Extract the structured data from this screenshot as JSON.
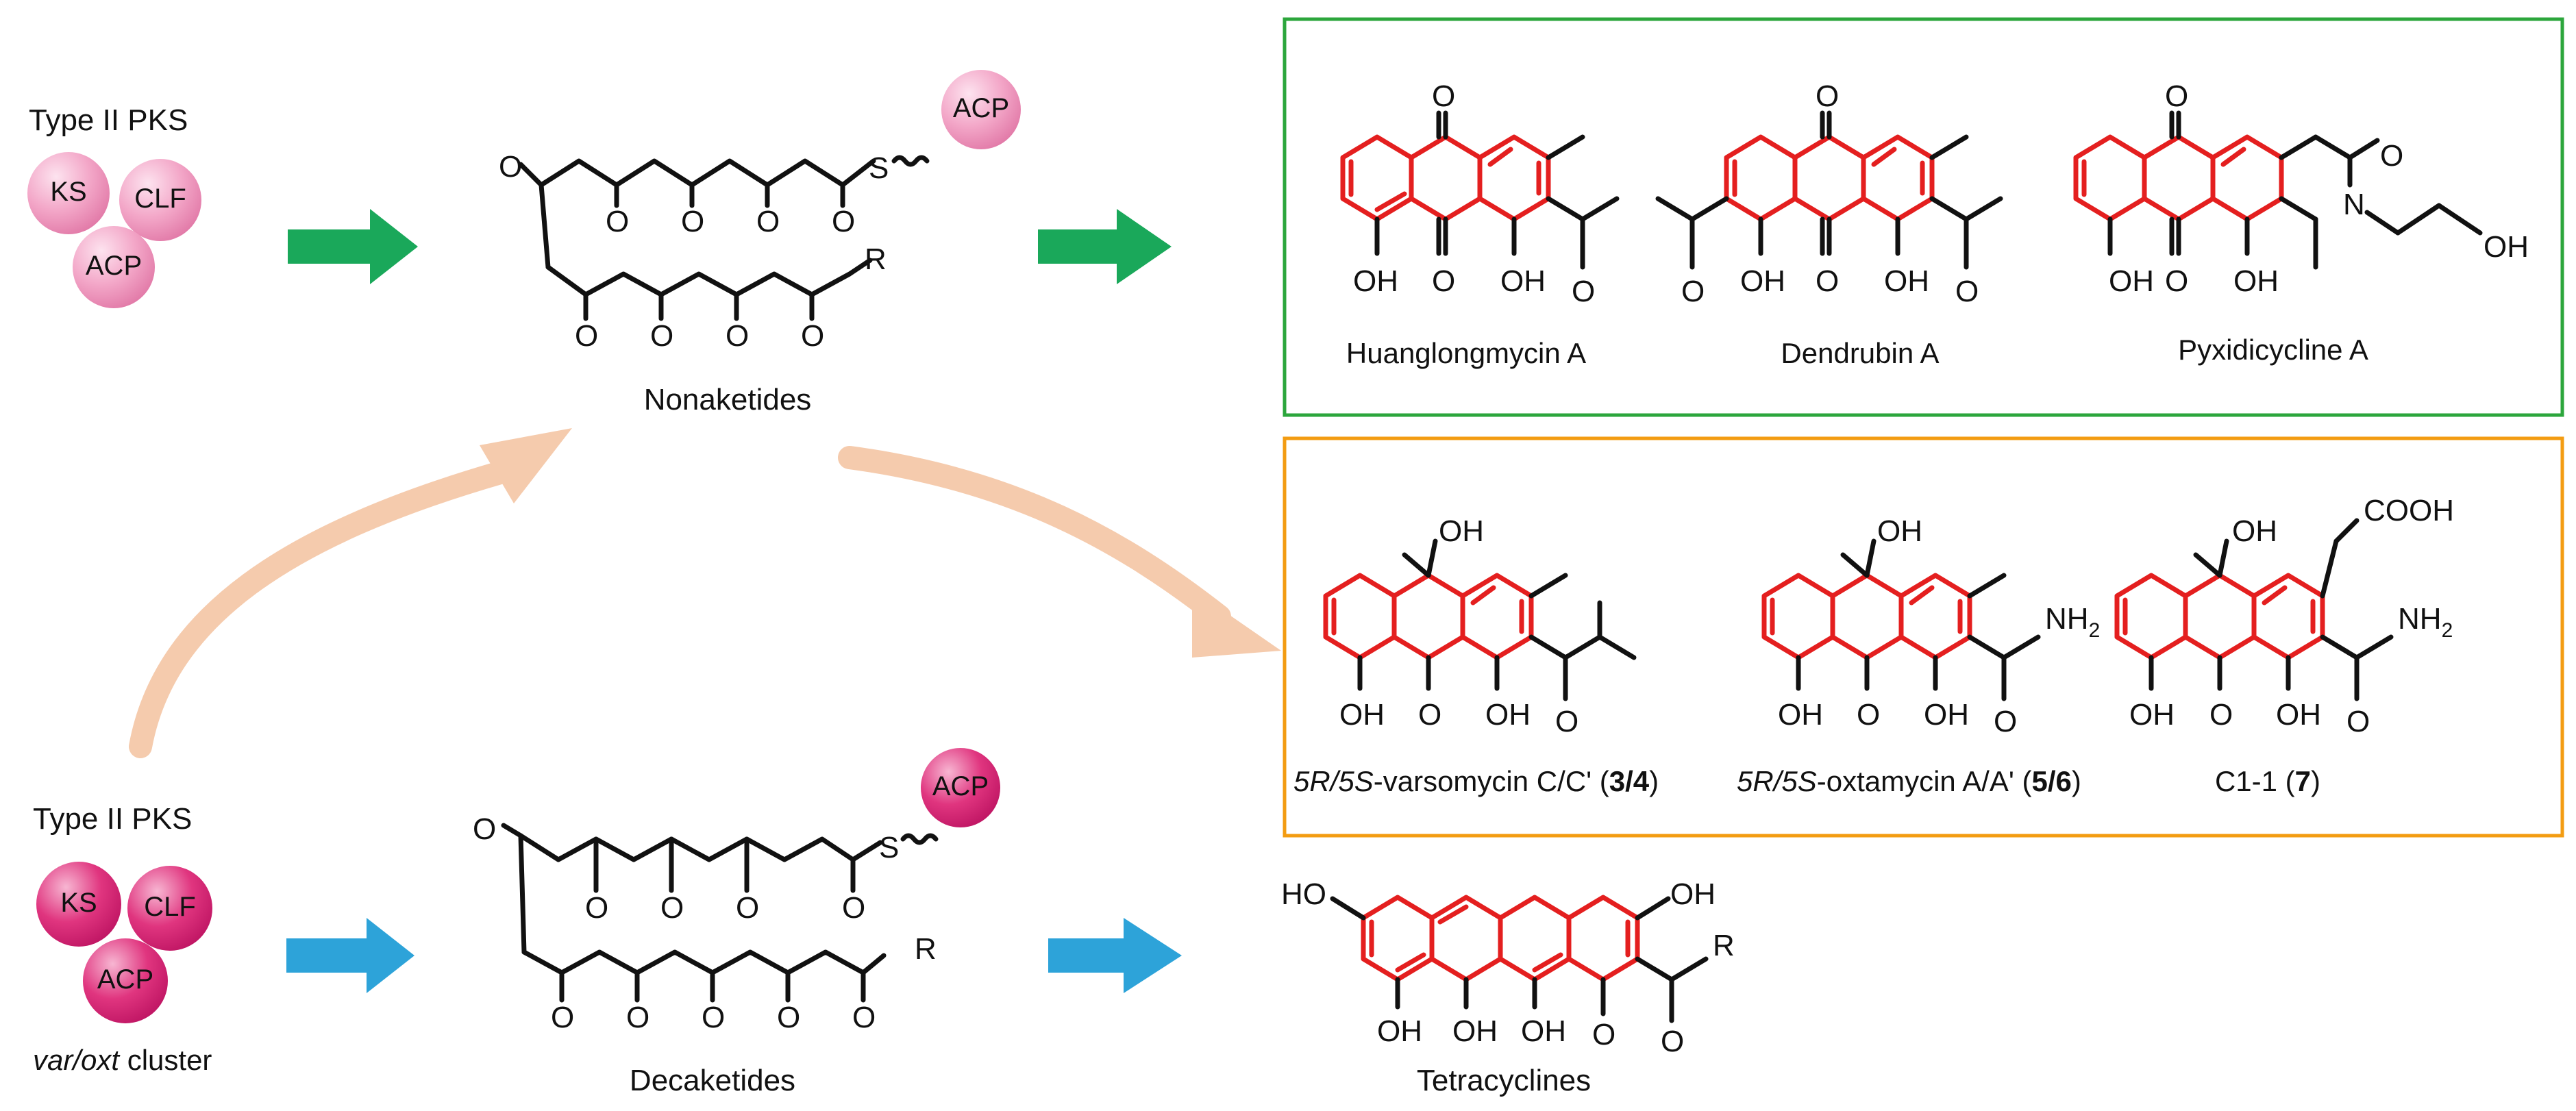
{
  "top_pks": {
    "title": "Type  II PKS",
    "enzymes": [
      "KS",
      "CLF",
      "ACP"
    ]
  },
  "bottom_pks": {
    "title": "Type II PKS",
    "enzymes": [
      "KS",
      "CLF",
      "ACP"
    ],
    "cluster_italic": "var/oxt",
    "cluster_rest": " cluster"
  },
  "nonaketide": {
    "label": "Nonaketides",
    "carrier": "ACP",
    "thio": "S",
    "r": "R"
  },
  "decaketide": {
    "label": "Decaketides",
    "carrier": "ACP",
    "thio": "S",
    "r": "R"
  },
  "green_box": {
    "compounds": [
      "Huanglongmycin A",
      "Dendrubin A",
      "Pyxidicycline A"
    ]
  },
  "orange_box": {
    "c1": {
      "italic": "5R/5S",
      "rest": "-varsomycin C/C' (",
      "bold": "3/4",
      "end": ")"
    },
    "c2": {
      "italic": "5R/5S",
      "rest": "-oxtamycin A/A' (",
      "bold": "5/6",
      "end": ")"
    },
    "c3": {
      "rest": "C1-1 (",
      "bold": "7",
      "end": ")"
    }
  },
  "tetracycline": {
    "label": "Tetracyclines",
    "r": "R"
  },
  "atoms": {
    "O": "O",
    "OH": "OH",
    "HO": "HO",
    "N": "N",
    "NH2": "NH",
    "sub2": "2",
    "COOH": "COOH"
  },
  "colors": {
    "green": "#1aa85a",
    "blue": "#2da3d9",
    "orange": "#f39c12",
    "peach": "#f5cbad",
    "red": "#e41f1f",
    "pink_light": "#f3a7c8",
    "pink_dark": "#e0357f",
    "box_green": "#2ca63c"
  }
}
